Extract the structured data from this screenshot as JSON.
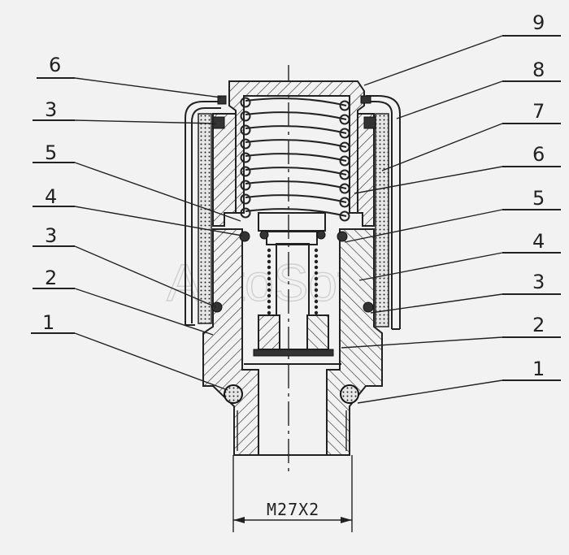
{
  "labels_left": [
    "6",
    "3",
    "5",
    "4",
    "3",
    "2",
    "1"
  ],
  "labels_right": [
    "9",
    "8",
    "7",
    "6",
    "5",
    "4",
    "3",
    "2",
    "1"
  ],
  "dimension_label": "M27X2",
  "watermark": "AutoSoft"
}
